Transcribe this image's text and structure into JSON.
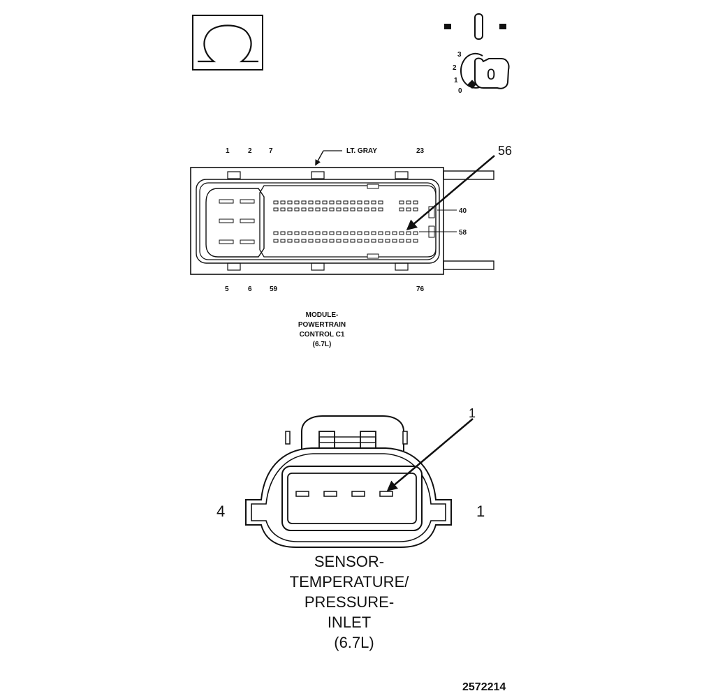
{
  "ohm_symbol": "Ω",
  "ignition_switch": {
    "positions": [
      "3",
      "2",
      "1",
      "0"
    ],
    "key_label": "0"
  },
  "pcm_connector": {
    "color_label": "LT. GRAY",
    "top_pins": [
      "1",
      "2",
      "7",
      "23"
    ],
    "bottom_pins": [
      "5",
      "6",
      "59",
      "76"
    ],
    "callout_pin": "56",
    "side_pins": [
      "40",
      "58"
    ],
    "title_lines": [
      "MODULE-",
      "POWERTRAIN",
      "CONTROL C1",
      "(6.7L)"
    ]
  },
  "sensor_connector": {
    "callout_pin": "1",
    "left_pin": "4",
    "right_pin": "1",
    "title_lines": [
      "SENSOR-",
      "TEMPERATURE/",
      "PRESSURE-",
      "INLET",
      "(6.7L)"
    ]
  },
  "figure_id": "2572214"
}
